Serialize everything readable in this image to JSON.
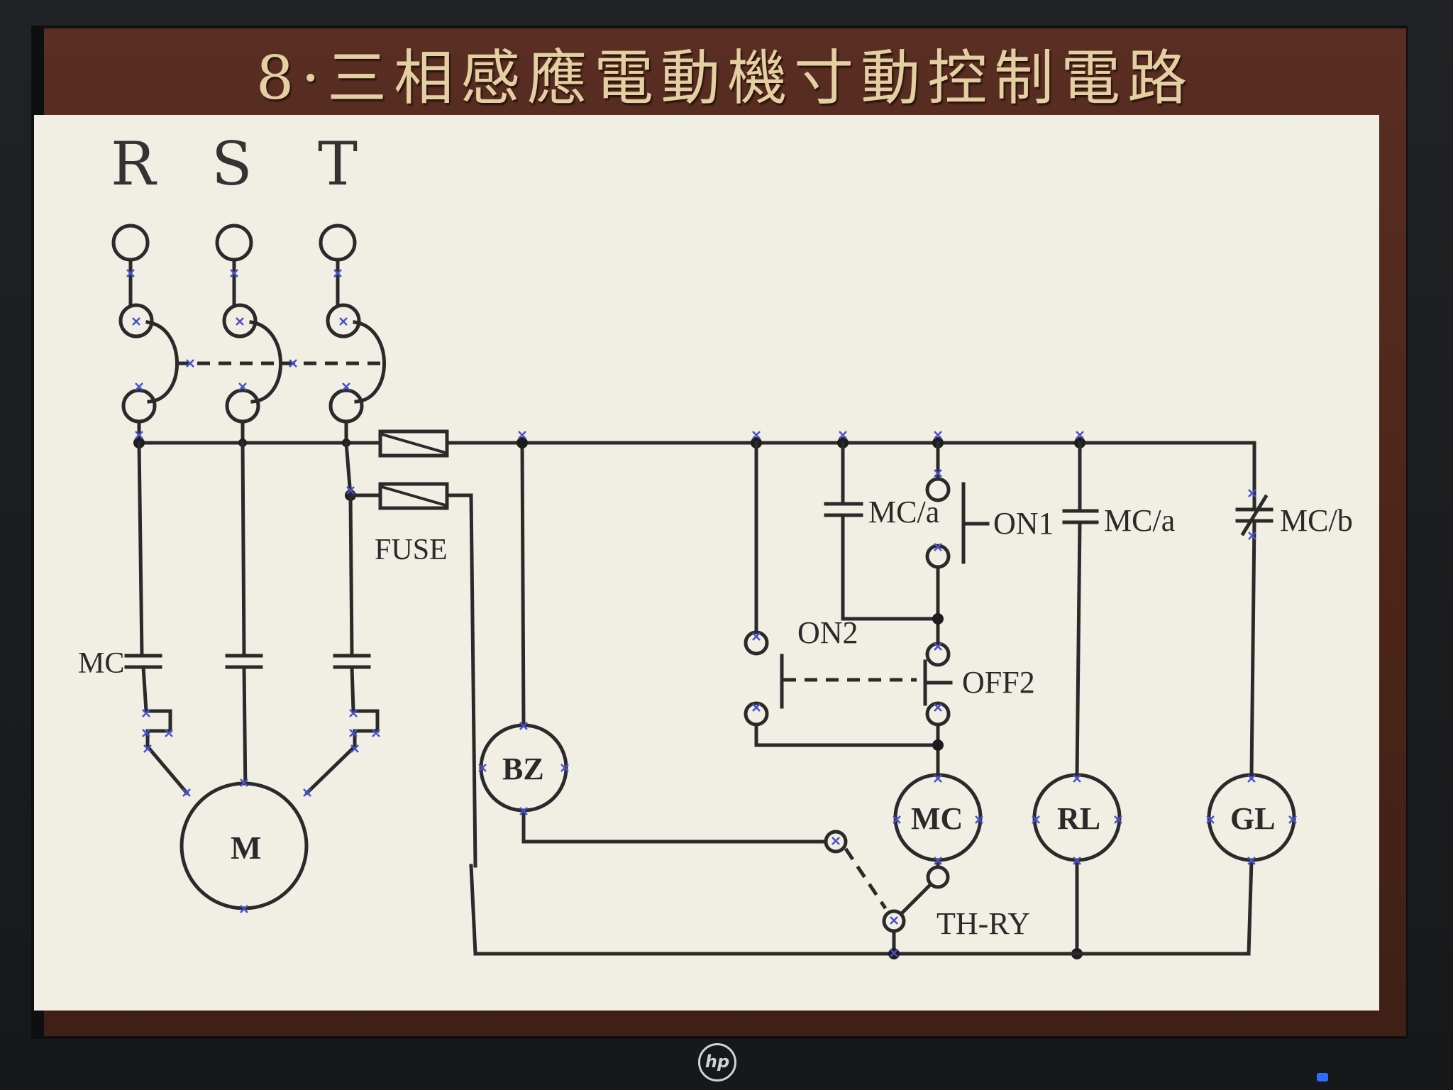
{
  "slide": {
    "title": "8·三相感應電動機寸動控制電路"
  },
  "diagram": {
    "phase_labels": [
      "R",
      "S",
      "T"
    ],
    "fuse_label": "FUSE",
    "main_contactor_label": "MC",
    "motor_label": "M",
    "buzzer_label": "BZ",
    "coil_label": "MC",
    "red_lamp_label": "RL",
    "green_lamp_label": "GL",
    "contact_mc_a_label": "MC/a",
    "on1_label": "ON1",
    "contact_mc_a2_label": "MC/a",
    "contact_mc_b_label": "MC/b",
    "on2_label": "ON2",
    "off2_label": "OFF2",
    "thermal_relay_label": "TH-RY"
  },
  "monitor": {
    "brand_logo": "hp",
    "power_led_color": "#2f6cff"
  }
}
